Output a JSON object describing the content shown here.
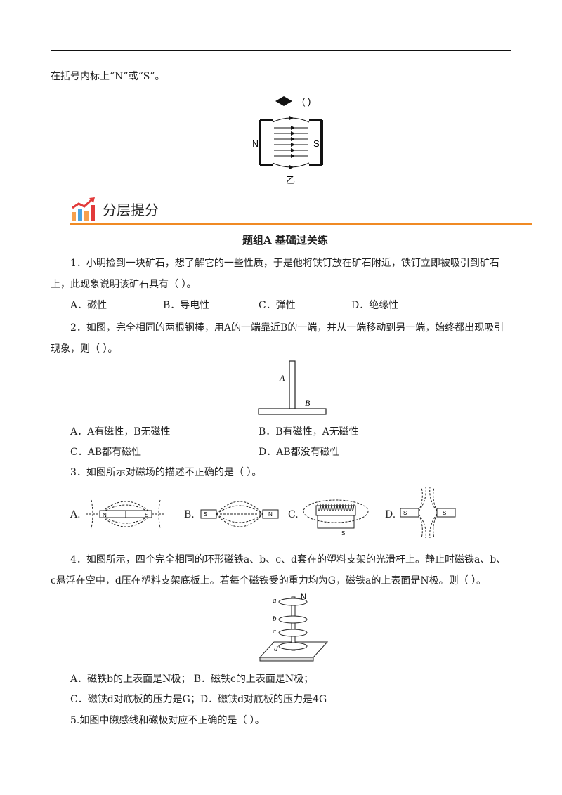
{
  "intro": "在括号内标上“N”或“S”。",
  "fig_top": {
    "paren": "(     )",
    "left_pole": "N",
    "right_pole": "S",
    "caption": "乙"
  },
  "section": {
    "title": "分层提分",
    "accent": "#f08a24"
  },
  "group_title": "题组A   基础过关练",
  "q1": {
    "line1": "1．小明捡到一块矿石，想了解它的一些性质，于是他将铁钉放在矿石附近，铁钉立即被吸引到矿石",
    "line2": "上，此现象说明该矿石具有（     ）。",
    "options": [
      "A．磁性",
      "B．导电性",
      "C．弹性",
      "D．绝缘性"
    ]
  },
  "q2": {
    "line1": "2．如图，完全相同的两根钢棒，用A的一端靠近B的一端，并从一端移动到另一端，始终都出现吸引",
    "line2": "现象，则（     ）。",
    "fig": {
      "label_a": "A",
      "label_b": "B"
    },
    "options": [
      "A．A有磁性，B无磁性",
      "B．B有磁性，A无磁性",
      "C．AB都有磁性",
      "D．AB都没有磁性"
    ]
  },
  "q3": {
    "line1": "3．如图所示对磁场的描述不正确的是（     ）。",
    "labels": [
      "A.",
      "B.",
      "C.",
      "D."
    ],
    "magnet": {
      "n": "N",
      "s": "S"
    }
  },
  "q4": {
    "line1": "4．如图所示，四个完全相同的环形磁铁a、b、c、d套在的塑料支架的光滑杆上。静止时磁铁a、b、",
    "line2": "c悬浮在空中，d压在塑料支架底板上。若每个磁铁受的重力均为G，磁铁a的上表面是N极。则（     ）。",
    "fig": {
      "a": "a",
      "b": "b",
      "c": "c",
      "d": "d",
      "n": "N"
    },
    "options_line1": "A．磁铁b的上表面是N极；  B．磁铁c的上表面是N极；",
    "options_line2": "C．磁铁d对底板的压力是G；D．磁铁d对底板的压力是4G"
  },
  "q5": {
    "line1": "5.如图中磁感线和磁极对应不正确的是（   ）。"
  }
}
